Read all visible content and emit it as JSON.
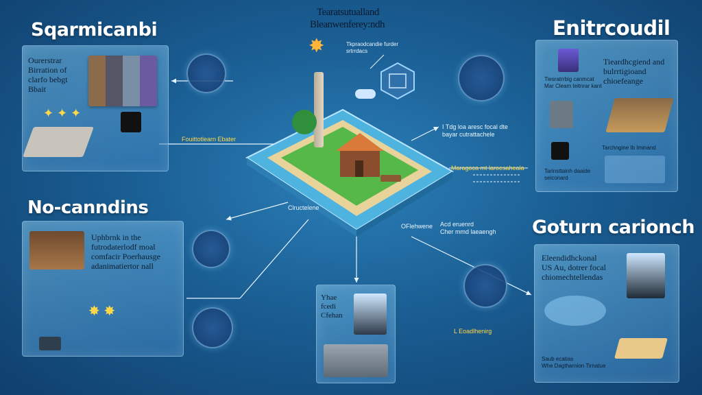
{
  "center": {
    "title_line1": "Tearatsutualland",
    "title_line2": "Bleanwenferey:ndh",
    "note": "Tkpraodcandie furder\nsrtrrdacs"
  },
  "sections": {
    "top_left": {
      "heading": "Sqarmicanbi",
      "text": "Ourerstrar\nBirration of\nclarfo bebgt\nBbait"
    },
    "top_right": {
      "heading": "Enitrcoudil",
      "text": "Tieardhcgiend and\nbulrrtigioand\nchioefeange",
      "note1": "Tiesratrrbig canmcat\nMar Cleam teitnrar kant",
      "note2": "Tarchngine Ib Iminand",
      "note3": "Tarinsttainh daaide\nseiconard"
    },
    "mid_left": {
      "heading": "No-canndins",
      "text": "Uphbrnk in the\nfutrodaterlodf moal\ncomfacir Poerhausge\nadanimatiertor nall"
    },
    "bottom_right": {
      "heading": "Goturn carionch",
      "text": "Eleendidhckonal\nUS Au, dotrer focal\nchiomechtellendas",
      "note": "Saub ecatias\nWhe Dagtharnion Tirnatue"
    },
    "bottom_center": {
      "text": "Yhae\nfcedi\nCfehan"
    }
  },
  "labels": {
    "left_arrow": "Fouittotlearn Ebater",
    "right_top": "I Tdg loa aresc focal dte\nbayar cutrattachele",
    "right_mid": "Maragoca mt laroesaheala",
    "right_low": "Acd eruenrd\nCher mmd laeaengh",
    "island_left": "Clructelene",
    "island_right": "OFlehwene",
    "bottom_right_label": "L Eoadlhenirg"
  },
  "colors": {
    "accent_yellow": "#ffd84a",
    "background": "#1a5e93"
  }
}
